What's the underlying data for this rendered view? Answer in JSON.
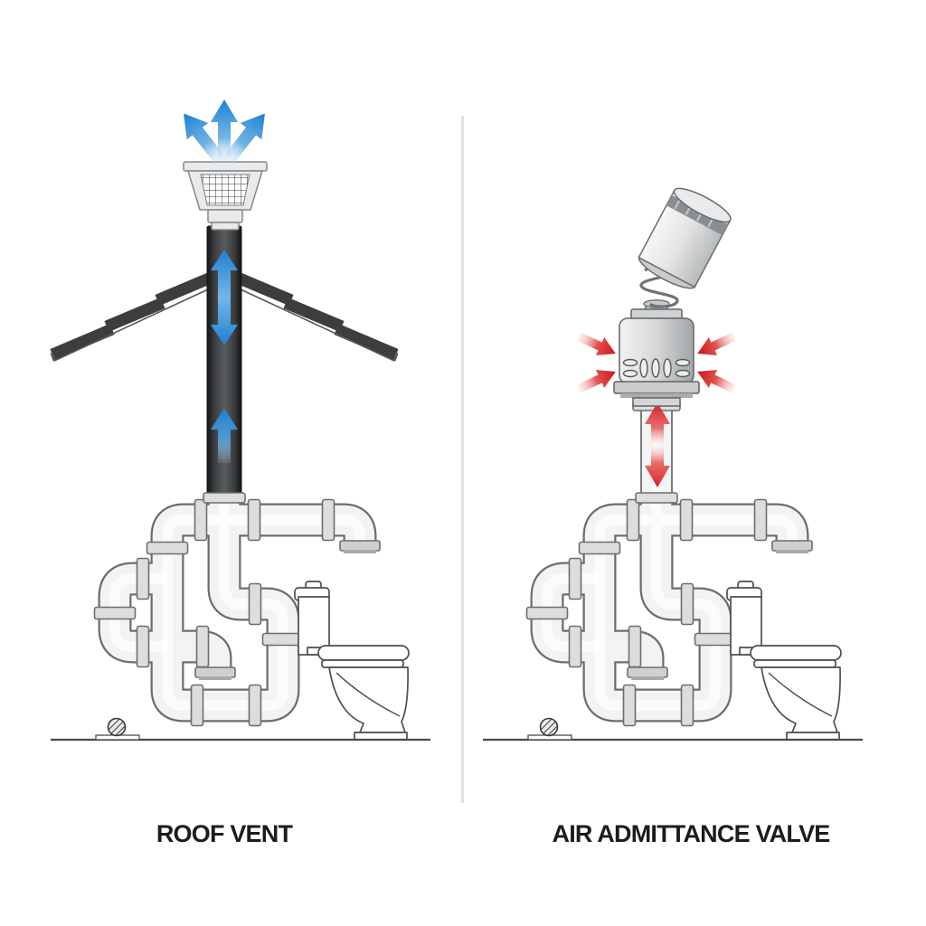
{
  "panels": [
    {
      "id": "roof-vent",
      "label": "ROOF VENT",
      "airflow_color": "#1f83d4"
    },
    {
      "id": "air-admittance-valve",
      "label": "AIR ADMITTANCE VALVE",
      "airflow_color": "#d8232a"
    }
  ],
  "icons": {
    "airflow_out_icon": "↑",
    "airflow_in_icon": "→"
  },
  "colors": {
    "background": "#ffffff",
    "arrow_blue": "#1f83d4",
    "arrow_red": "#d8232a",
    "vent_pipe_black": "#2b2d2f",
    "roof_dark": "#3b3d3f",
    "pipe_fill": "#f3f3f4",
    "pipe_outline": "#6b6e70",
    "metal_light": "#e7e8e9",
    "metal_dark": "#9fa2a4",
    "label_text": "#1c1c1c",
    "divider": "#dcdcdc",
    "floor_line": "#4a4a4a"
  }
}
